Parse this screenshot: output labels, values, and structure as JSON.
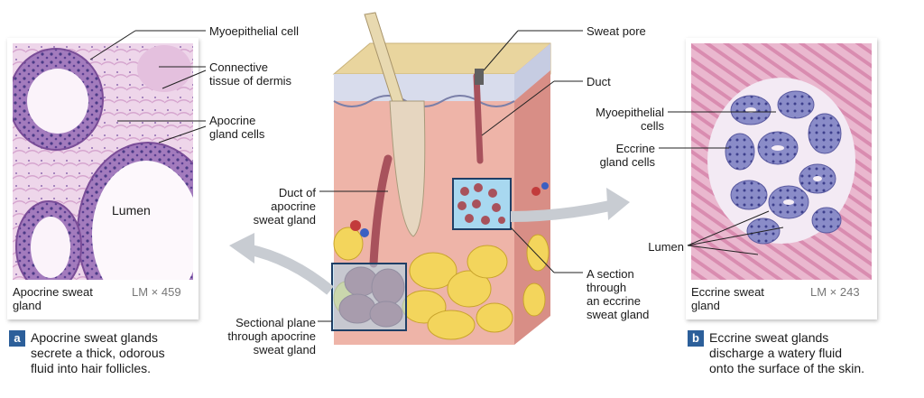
{
  "left_panel": {
    "caption": [
      "Apocrine sweat",
      "gland"
    ],
    "magnification": "LM × 459",
    "lumen_label": "Lumen",
    "badge": "a",
    "description": [
      "Apocrine sweat glands",
      "secrete a thick, odorous",
      "fluid into hair follicles."
    ]
  },
  "right_panel": {
    "caption": [
      "Eccrine sweat",
      "gland"
    ],
    "magnification": "LM × 243",
    "badge": "b",
    "description": [
      "Eccrine sweat glands",
      "discharge a watery fluid",
      "onto the surface of the skin."
    ]
  },
  "labels": {
    "myoepithelial_cell": "Myoepithelial cell",
    "connective_tissue": [
      "Connective",
      "tissue of dermis"
    ],
    "apocrine_gland_cells": [
      "Apocrine",
      "gland cells"
    ],
    "duct_of_apocrine": [
      "Duct of",
      "apocrine",
      "sweat gland"
    ],
    "sectional_plane": [
      "Sectional plane",
      "through apocrine",
      "sweat gland"
    ],
    "sweat_pore": "Sweat pore",
    "duct": "Duct",
    "myoepithelial_cells": [
      "Myoepithelial",
      "cells"
    ],
    "eccrine_gland_cells": [
      "Eccrine",
      "gland cells"
    ],
    "lumen": "Lumen",
    "section_eccrine": [
      "A section",
      "through",
      "an eccrine",
      "sweat gland"
    ]
  },
  "colors": {
    "micro_bg": "#efd4ea",
    "gland_purple": "#8f5aa6",
    "eccrine_bg": "#e8b7cf",
    "dermis_pink": "#eeb4a8",
    "epidermis_tan": "#ead7a6",
    "fat_yellow": "#f3d55c",
    "gland_tube": "#a8525c",
    "badge_blue": "#2c5f9a"
  }
}
